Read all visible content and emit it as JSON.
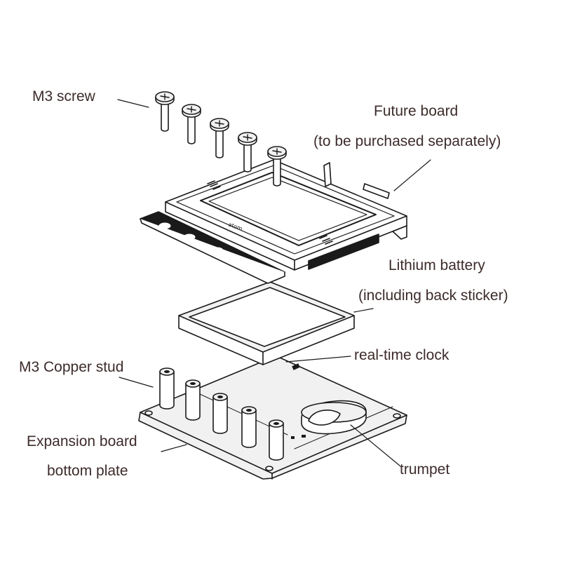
{
  "labels": {
    "m3_screw": "M3 screw",
    "future_board_line1": "Future board",
    "future_board_line2": "(to be purchased separately)",
    "battery_line1": "Lithium battery",
    "battery_line2": "(including back sticker)",
    "real_time_clock": "real-time clock",
    "copper_stud": "M3 Copper stud",
    "expansion_line1": "Expansion board",
    "expansion_line2": "bottom plate",
    "trumpet": "trumpet"
  },
  "colors": {
    "text": "#3d2b2b",
    "stroke": "#1a1a1a",
    "fill": "#ffffff",
    "shade": "#e6e6e6"
  }
}
